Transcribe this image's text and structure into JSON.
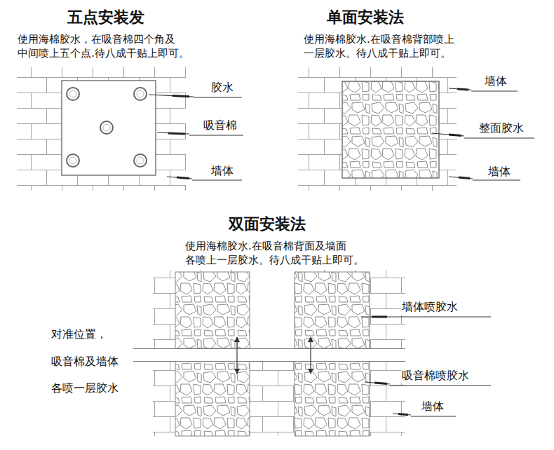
{
  "diagram": {
    "labels": [
      "五点安装发",
      "使用海棉胶水，在吸音棉四个角及 中间喷上五个点.待八成干贴上即可。",
      "胶水",
      "吸音棉",
      "墙体",
      "单面安装法",
      "使用海棉胶水.在吸音棉背部喷上 一层胶水。待八成干贴上即可。",
      "墙体",
      "整面胶水",
      "墙体",
      "双面安装法",
      "使用海棉胶水.在吸音棉背面及墙面 各喷上一层胶水。待八成干贴上即可。",
      "墙体喷胶水",
      "对准位置，",
      "吸音棉及墙体",
      "各喷一层胶水",
      "吸音棉喷胶水",
      "墙体"
    ]
  }
}
